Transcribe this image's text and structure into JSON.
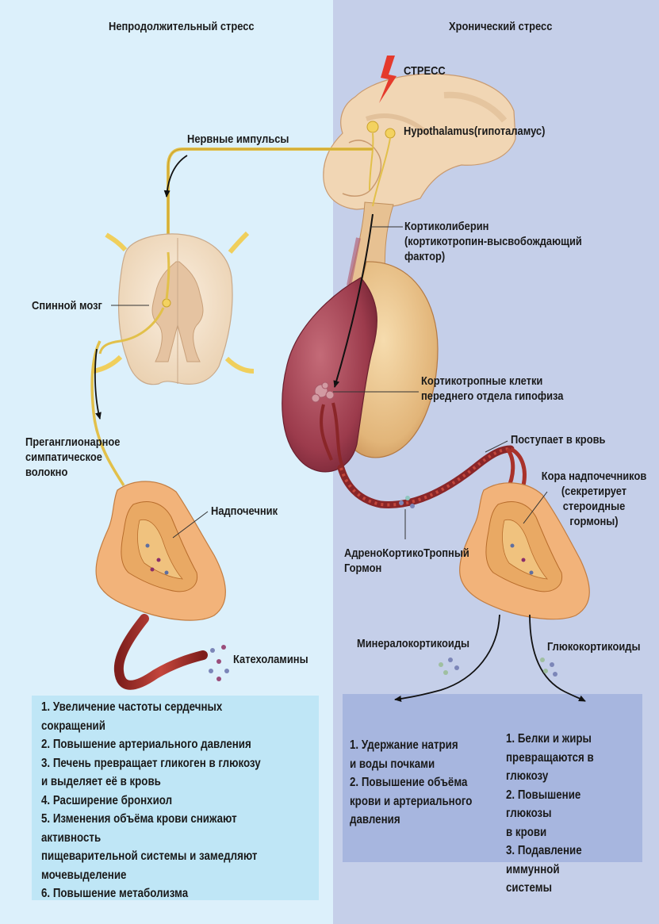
{
  "headers": {
    "left": "Непродолжительный стресс",
    "right": "Хронический стресс"
  },
  "labels": {
    "stress": "СТРЕСС",
    "hypothalamus": "Hypothalamus(гипоталамус)",
    "nerve_impulses": "Нервные импульсы",
    "crh": "Кортиколиберин\n(кортикотропин-высвобождающий\nфактор)",
    "spinal_cord": "Спинной мозг",
    "corticotrope_cells": "Кортикотропные клетки\nпереднего отдела гипофиза",
    "preganglionic": "Преганглионарное\nсимпатическое\nволокно",
    "enters_blood": "Поступает в кровь",
    "adrenal_cortex": "Кора надпочечников\n(секретирует\nстероидные\nгормоны)",
    "adrenal_gland": "Надпочечник",
    "acth": "АдреноКортикоТропный\nГормон",
    "mineralocorticoids": "Минералокортикоиды",
    "glucocorticoids": "Глюкокортикоиды",
    "catecholamines": "Катехоламины"
  },
  "short_term_effects": [
    "1. Увеличение частоты сердечных сокращений",
    "2. Повышение артериального давления",
    "3. Печень превращает гликоген в глюкозу\nи выделяет её в кровь",
    "4. Расширение бронхиол",
    "5. Изменения объёма крови снижают активность\nпищеварительной системы и замедляют\nмочевыделение",
    "6. Повышение метаболизма"
  ],
  "mineralocorticoid_effects": [
    "1. Удержание натрия\nи воды почками",
    "2. Повышение объёма\nкрови и артериального\nдавления"
  ],
  "glucocorticoid_effects": [
    "1. Белки и жиры\nпревращаются в глюкозу",
    "2. Повышение глюкозы\nв крови",
    "3. Подавление иммунной\nсистемы"
  ],
  "colors": {
    "left_bg": "#dcf0fb",
    "right_bg": "#c5cfe9",
    "left_box": "#bfe6f6",
    "right_box": "#a7b6df",
    "nerve": "#e2c04a",
    "stress_bolt": "#e53a2c",
    "vessel": "#a9322a"
  }
}
